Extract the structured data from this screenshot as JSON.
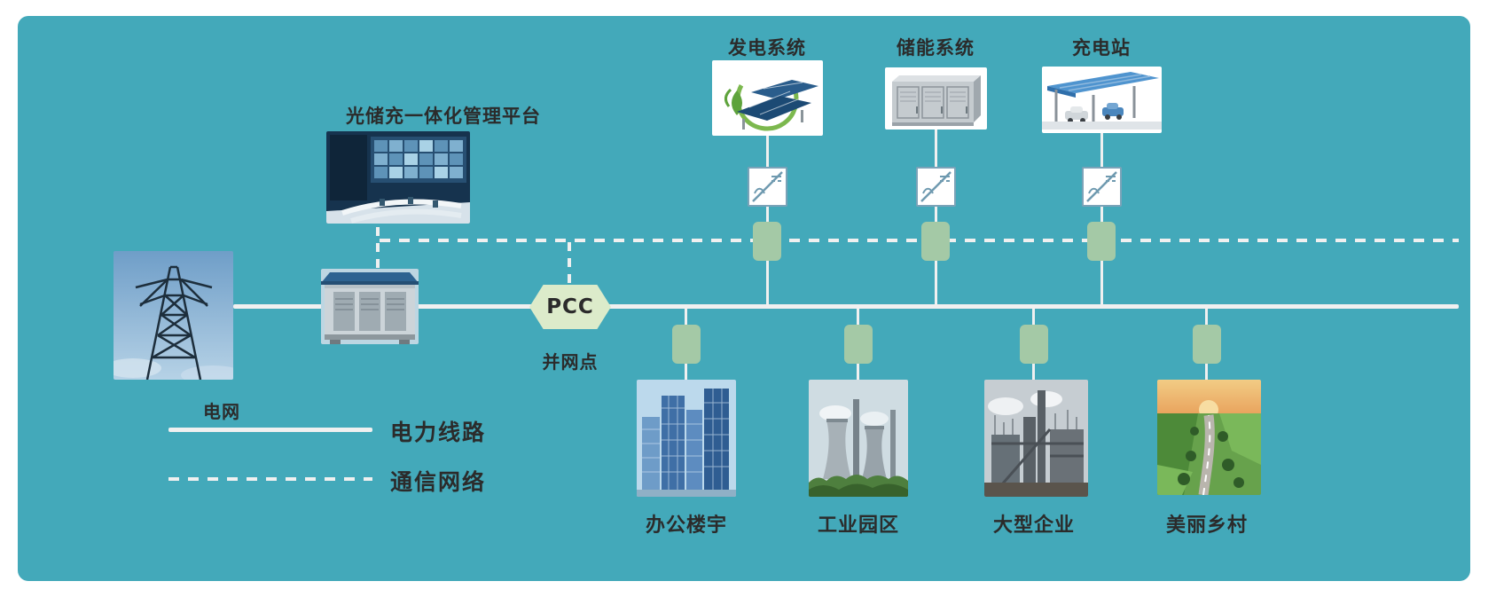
{
  "diagram": {
    "platform_label": "光储充一体化管理平台",
    "pcc_label": "PCC",
    "pcc_sublabel": "并网点",
    "grid_label": "电网"
  },
  "top_systems": [
    {
      "label": "发电系统",
      "image": "solar-generation-image"
    },
    {
      "label": "储能系统",
      "image": "energy-storage-image"
    },
    {
      "label": "充电站",
      "image": "charging-station-image"
    }
  ],
  "loads": [
    {
      "label": "办公楼宇",
      "image": "office-buildings-image"
    },
    {
      "label": "工业园区",
      "image": "industrial-park-image"
    },
    {
      "label": "大型企业",
      "image": "large-enterprise-image"
    },
    {
      "label": "美丽乡村",
      "image": "countryside-image"
    }
  ],
  "legend": {
    "power_line_label": "电力线路",
    "comm_line_label": "通信网络"
  },
  "colors": {
    "panel_background": "#43a9ba",
    "connector_green": "#a4c9a6",
    "pcc_fill": "#dcebca",
    "line_white": "#f0f0f0",
    "text": "#2b2b2b"
  }
}
